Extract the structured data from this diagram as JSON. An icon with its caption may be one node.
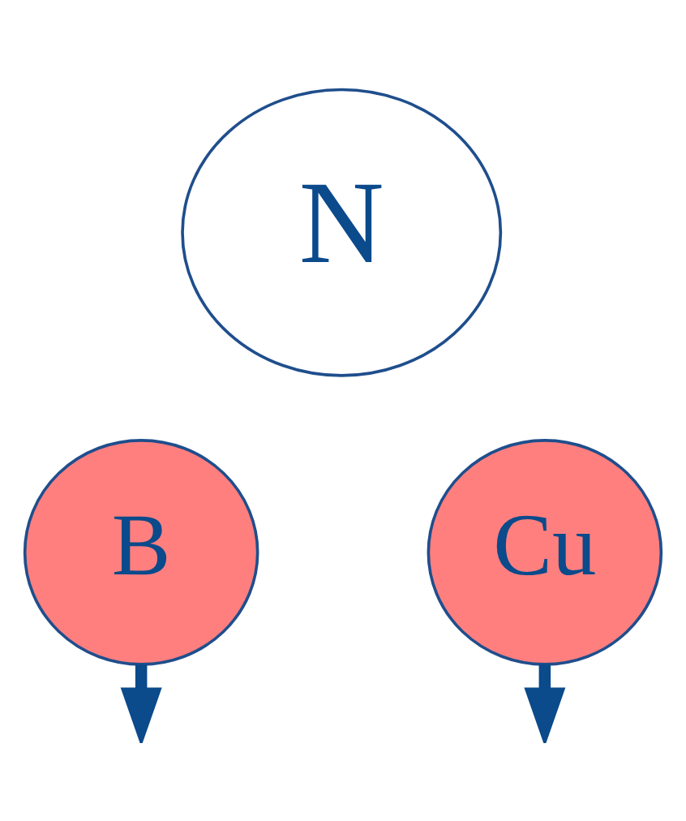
{
  "diagram": {
    "nodes": [
      {
        "text": [
          "N"
        ]
      },
      {
        "text": [
          "B"
        ]
      },
      {
        "text": [
          "Cu"
        ]
      }
    ],
    "edges": [
      {
        "from": 1,
        "to": null,
        "arrow": "to"
      },
      {
        "from": 2,
        "to": null,
        "arrow": "to"
      }
    ]
  }
}
